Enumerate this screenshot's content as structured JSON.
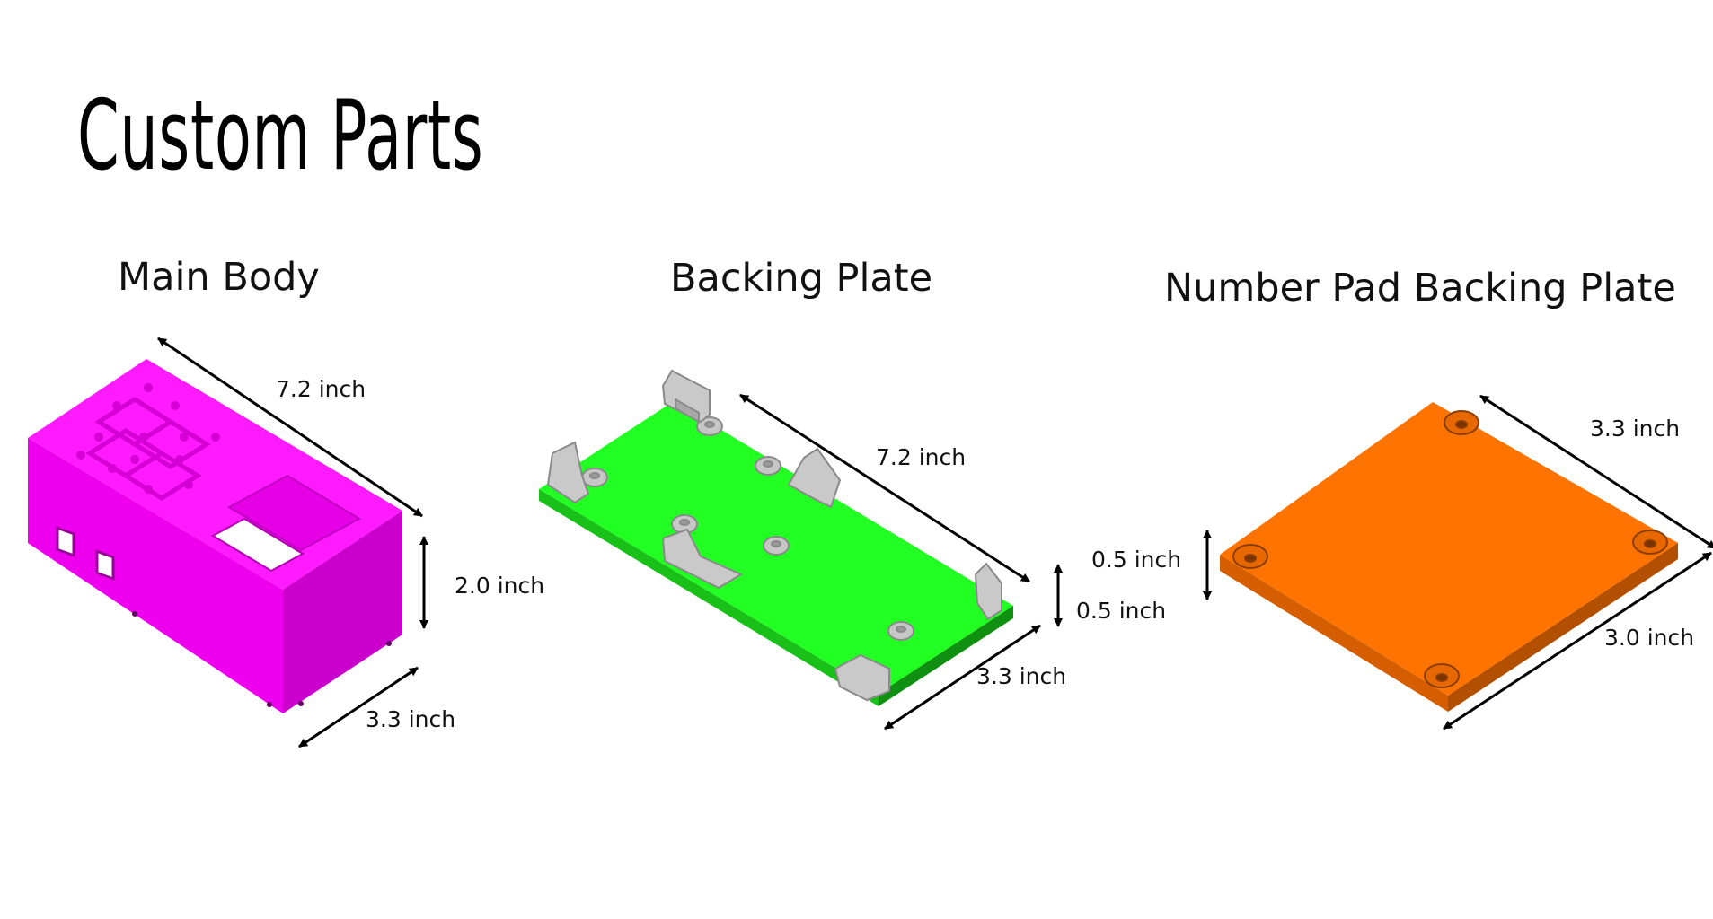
{
  "title": "Custom Parts",
  "parts": [
    {
      "name": "Main Body",
      "color": "#ff00ff",
      "dimensions": {
        "length": "7.2 inch",
        "height": "2.0 inch",
        "width": "3.3 inch"
      }
    },
    {
      "name": "Backing Plate",
      "color": "#22ff22",
      "dimensions": {
        "length": "7.2 inch",
        "thickness": "0.5 inch",
        "width": "3.3 inch"
      }
    },
    {
      "name": "Number Pad Backing Plate",
      "color": "#ff7300",
      "dimensions": {
        "length": "3.3 inch",
        "thickness": "0.5 inch",
        "width": "3.0 inch"
      }
    }
  ],
  "colors": {
    "text": "#000000",
    "bracket": "#c9c9c9"
  }
}
